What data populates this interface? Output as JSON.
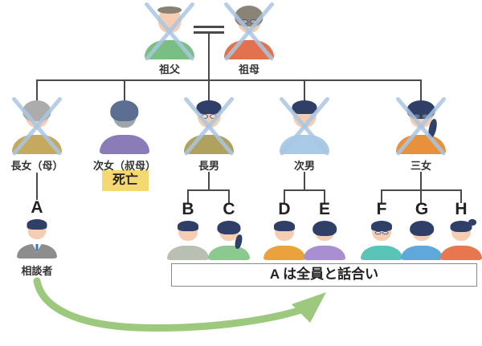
{
  "diagram": {
    "title_hint": "family-tree-inheritance-diagram",
    "badge_death": "死亡",
    "discussion_box_label": "A は全員と話合い",
    "colors": {
      "line": "#4a4a4a",
      "cross": "#a9c6e2",
      "badge_bg": "#f5d871",
      "box_border": "#8a8a8a",
      "arrow_green": "#9cc97d",
      "text": "#333333"
    },
    "people": [
      {
        "id": "sofu",
        "name": "祖父",
        "hair": "#8a8074",
        "skin": "#f4cdb2",
        "shirt": "#79be82",
        "style": "bald",
        "glasses": false,
        "crossed": true,
        "suit": false,
        "letter": ""
      },
      {
        "id": "sobo",
        "name": "祖母",
        "hair": "#8c8378",
        "skin": "#f4cdb2",
        "shirt": "#e2724e",
        "style": "bob",
        "glasses": true,
        "crossed": true,
        "suit": false,
        "letter": ""
      },
      {
        "id": "chojo",
        "name": "長女（母）",
        "hair": "#acacac",
        "skin": "#f4cdb2",
        "shirt": "#c4a95f",
        "style": "bob",
        "glasses": false,
        "crossed": true,
        "suit": false,
        "letter": ""
      },
      {
        "id": "jijo",
        "name": "次女（叔母）",
        "hair": "#5c6e92",
        "skin": "#9ea5ac",
        "shirt": "#8b7bb8",
        "style": "bob",
        "glasses": false,
        "crossed": false,
        "suit": false,
        "letter": ""
      },
      {
        "id": "chonan",
        "name": "長男",
        "hair": "#2f3f68",
        "skin": "#f4cdb2",
        "shirt": "#b0a15e",
        "style": "short",
        "glasses": true,
        "crossed": true,
        "suit": false,
        "letter": ""
      },
      {
        "id": "jinan",
        "name": "次男",
        "hair": "#2f3f68",
        "skin": "#f4cdb2",
        "shirt": "#a9cbe8",
        "style": "short",
        "glasses": false,
        "crossed": true,
        "suit": false,
        "letter": ""
      },
      {
        "id": "sanjo",
        "name": "三女",
        "hair": "#2f3f68",
        "skin": "#f4cdb2",
        "shirt": "#e8913c",
        "style": "ponytail",
        "glasses": true,
        "crossed": true,
        "suit": false,
        "letter": ""
      },
      {
        "id": "A",
        "name": "相談者",
        "hair": "#2f3f68",
        "skin": "#f4cdb2",
        "shirt": "#8d8d8d",
        "style": "short",
        "glasses": false,
        "crossed": false,
        "suit": true,
        "letter": "A"
      },
      {
        "id": "B",
        "name": "",
        "hair": "#2f3f68",
        "skin": "#f4cdb2",
        "shirt": "#b9bfb3",
        "style": "short",
        "glasses": false,
        "crossed": false,
        "suit": false,
        "letter": "B"
      },
      {
        "id": "C",
        "name": "",
        "hair": "#2f3f68",
        "skin": "#f4cdb2",
        "shirt": "#8bc98f",
        "style": "ponytail",
        "glasses": false,
        "crossed": false,
        "suit": false,
        "letter": "C"
      },
      {
        "id": "D",
        "name": "",
        "hair": "#2f3f68",
        "skin": "#f4cdb2",
        "shirt": "#eba23c",
        "style": "short",
        "glasses": false,
        "crossed": false,
        "suit": false,
        "letter": "D"
      },
      {
        "id": "E",
        "name": "",
        "hair": "#2f3f68",
        "skin": "#f4cdb2",
        "shirt": "#a98fd2",
        "style": "bob",
        "glasses": false,
        "crossed": false,
        "suit": false,
        "letter": "E"
      },
      {
        "id": "F",
        "name": "",
        "hair": "#2f3f68",
        "skin": "#f4cdb2",
        "shirt": "#5bc4b8",
        "style": "short",
        "glasses": true,
        "crossed": false,
        "suit": false,
        "letter": "F"
      },
      {
        "id": "G",
        "name": "",
        "hair": "#2f3f68",
        "skin": "#f4cdb2",
        "shirt": "#5fa8dc",
        "style": "bob",
        "glasses": false,
        "crossed": false,
        "suit": false,
        "letter": "G"
      },
      {
        "id": "H",
        "name": "",
        "hair": "#2f3f68",
        "skin": "#f4cdb2",
        "shirt": "#e8764f",
        "style": "bun",
        "glasses": false,
        "crossed": false,
        "suit": false,
        "letter": "H"
      }
    ]
  }
}
